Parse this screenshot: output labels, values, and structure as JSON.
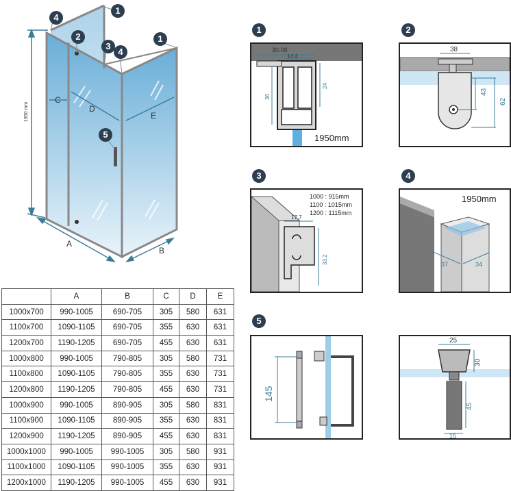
{
  "overview": {
    "height_label": "1950 mm",
    "labels": {
      "A": "A",
      "B": "B",
      "C": "C",
      "D": "D",
      "E": "E"
    },
    "markers": [
      "1",
      "2",
      "3",
      "4",
      "5",
      "1",
      "4"
    ]
  },
  "details": {
    "d1": {
      "badge": "1",
      "dim_width": "30.08",
      "dim_inner": "14.4",
      "dim_h1": "36",
      "dim_h2": "24",
      "height_text": "1950mm"
    },
    "d2": {
      "badge": "2",
      "dim_width": "38",
      "dim_h1": "43",
      "dim_h2": "62"
    },
    "d3": {
      "badge": "3",
      "dim_width": "17.7",
      "dim_h": "33.2",
      "size_notes": [
        "1000 : 915mm",
        "1100 : 1015mm",
        "1200 : 1115mm"
      ]
    },
    "d4": {
      "badge": "4",
      "height_text": "1950mm",
      "dim_a": "37",
      "dim_b": "34"
    },
    "d5": {
      "badge": "5",
      "dim_len": "145",
      "dim_top": "25",
      "dim_side1": "30",
      "dim_side2": "45",
      "dim_bottom": "15"
    }
  },
  "table": {
    "headers": [
      "",
      "A",
      "B",
      "C",
      "D",
      "E"
    ],
    "rows": [
      [
        "1000x700",
        "990-1005",
        "690-705",
        "305",
        "580",
        "631"
      ],
      [
        "1100x700",
        "1090-1105",
        "690-705",
        "355",
        "630",
        "631"
      ],
      [
        "1200x700",
        "1190-1205",
        "690-705",
        "455",
        "630",
        "631"
      ],
      [
        "1000x800",
        "990-1005",
        "790-805",
        "305",
        "580",
        "731"
      ],
      [
        "1100x800",
        "1090-1105",
        "790-805",
        "355",
        "630",
        "731"
      ],
      [
        "1200x800",
        "1190-1205",
        "790-805",
        "455",
        "630",
        "731"
      ],
      [
        "1000x900",
        "990-1005",
        "890-905",
        "305",
        "580",
        "831"
      ],
      [
        "1100x900",
        "1090-1105",
        "890-905",
        "355",
        "630",
        "831"
      ],
      [
        "1200x900",
        "1190-1205",
        "890-905",
        "455",
        "630",
        "831"
      ],
      [
        "1000x1000",
        "990-1005",
        "990-1005",
        "305",
        "580",
        "931"
      ],
      [
        "1100x1000",
        "1090-1105",
        "990-1005",
        "355",
        "630",
        "931"
      ],
      [
        "1200x1000",
        "1190-1205",
        "990-1005",
        "455",
        "630",
        "931"
      ]
    ]
  },
  "colors": {
    "glass": "#7fb8de",
    "dim_line": "#3a7c9a",
    "badge": "#2d3e50",
    "frame": "#999999"
  }
}
